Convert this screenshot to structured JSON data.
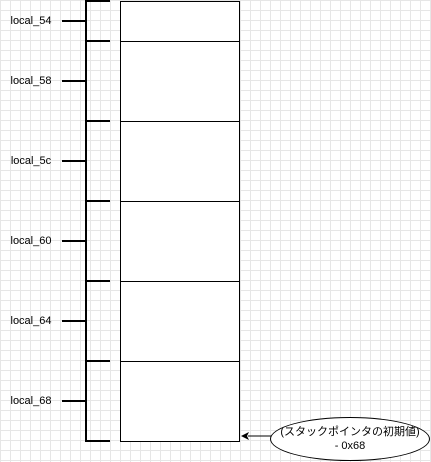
{
  "diagram": {
    "labels": [
      "local_54",
      "local_58",
      "local_5c",
      "local_60",
      "local_64",
      "local_68"
    ],
    "annotation": {
      "line1": "(スタックポインタの初期値)",
      "line2": "- 0x68"
    }
  }
}
